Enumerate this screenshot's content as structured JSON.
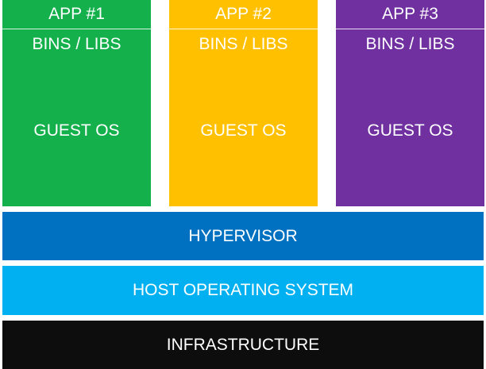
{
  "colors": {
    "vm1": "#13b04b",
    "vm2": "#ffc000",
    "vm3": "#7030a0",
    "hypervisor": "#0070c0",
    "host_os": "#00b0f0",
    "infrastructure": "#0d0d0d"
  },
  "vms": [
    {
      "app": "APP #1",
      "bins": "BINS / LIBS",
      "guest": "GUEST OS"
    },
    {
      "app": "APP #2",
      "bins": "BINS / LIBS",
      "guest": "GUEST OS"
    },
    {
      "app": "APP #3",
      "bins": "BINS / LIBS",
      "guest": "GUEST OS"
    }
  ],
  "layers": {
    "hypervisor": "HYPERVISOR",
    "host_os": "HOST OPERATING SYSTEM",
    "infrastructure": "INFRASTRUCTURE"
  }
}
